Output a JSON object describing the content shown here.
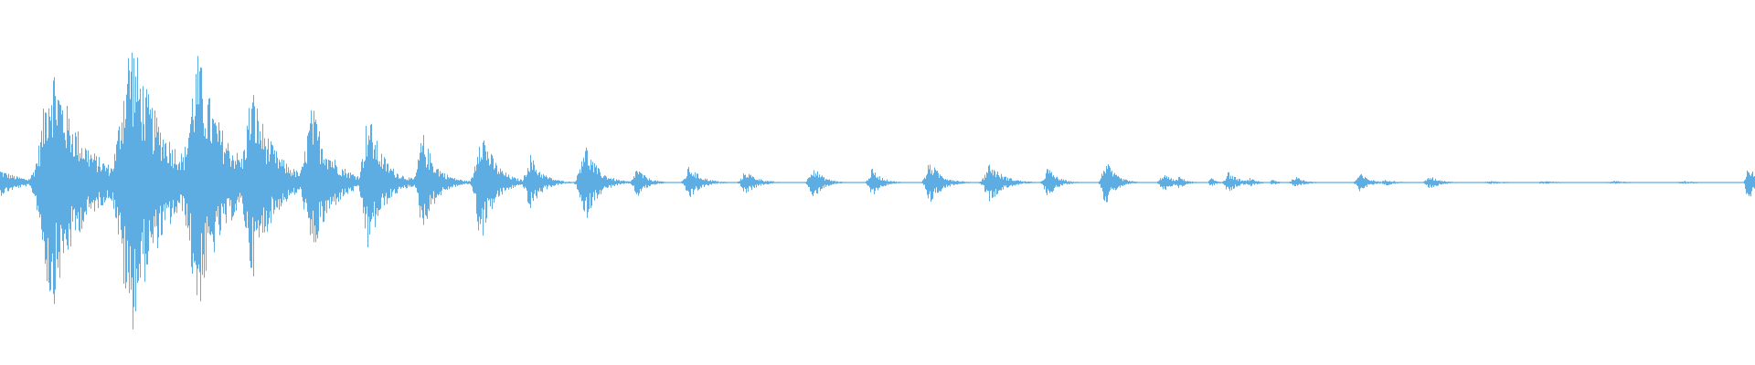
{
  "waveform": {
    "color": "#5dade2",
    "background": "#ffffff",
    "bursts": [
      {
        "t": 0.0,
        "amp": 0.09,
        "dur": 0.022
      },
      {
        "t": 0.03,
        "amp": 0.82,
        "dur": 0.03
      },
      {
        "t": 0.058,
        "amp": 0.06,
        "dur": 0.01
      },
      {
        "t": 0.075,
        "amp": 0.98,
        "dur": 0.032
      },
      {
        "t": 0.113,
        "amp": 0.84,
        "dur": 0.028
      },
      {
        "t": 0.144,
        "amp": 0.62,
        "dur": 0.022
      },
      {
        "t": 0.178,
        "amp": 0.5,
        "dur": 0.02
      },
      {
        "t": 0.21,
        "amp": 0.46,
        "dur": 0.016
      },
      {
        "t": 0.241,
        "amp": 0.32,
        "dur": 0.014
      },
      {
        "t": 0.274,
        "amp": 0.4,
        "dur": 0.014
      },
      {
        "t": 0.302,
        "amp": 0.19,
        "dur": 0.012
      },
      {
        "t": 0.333,
        "amp": 0.28,
        "dur": 0.013
      },
      {
        "t": 0.363,
        "amp": 0.1,
        "dur": 0.01
      },
      {
        "t": 0.393,
        "amp": 0.11,
        "dur": 0.012
      },
      {
        "t": 0.425,
        "amp": 0.08,
        "dur": 0.012
      },
      {
        "t": 0.463,
        "amp": 0.12,
        "dur": 0.01
      },
      {
        "t": 0.497,
        "amp": 0.09,
        "dur": 0.01
      },
      {
        "t": 0.53,
        "amp": 0.14,
        "dur": 0.012
      },
      {
        "t": 0.564,
        "amp": 0.13,
        "dur": 0.014
      },
      {
        "t": 0.597,
        "amp": 0.1,
        "dur": 0.01
      },
      {
        "t": 0.63,
        "amp": 0.15,
        "dur": 0.01
      },
      {
        "t": 0.663,
        "amp": 0.06,
        "dur": 0.01
      },
      {
        "t": 0.672,
        "amp": 0.04,
        "dur": 0.008
      },
      {
        "t": 0.69,
        "amp": 0.03,
        "dur": 0.006
      },
      {
        "t": 0.7,
        "amp": 0.07,
        "dur": 0.01
      },
      {
        "t": 0.712,
        "amp": 0.03,
        "dur": 0.008
      },
      {
        "t": 0.725,
        "amp": 0.02,
        "dur": 0.006
      },
      {
        "t": 0.738,
        "amp": 0.04,
        "dur": 0.01
      },
      {
        "t": 0.775,
        "amp": 0.06,
        "dur": 0.01
      },
      {
        "t": 0.79,
        "amp": 0.02,
        "dur": 0.012
      },
      {
        "t": 0.815,
        "amp": 0.04,
        "dur": 0.012
      },
      {
        "t": 0.85,
        "amp": 0.01,
        "dur": 0.02
      },
      {
        "t": 0.88,
        "amp": 0.01,
        "dur": 0.02
      },
      {
        "t": 0.92,
        "amp": 0.01,
        "dur": 0.02
      },
      {
        "t": 0.96,
        "amp": 0.01,
        "dur": 0.02
      },
      {
        "t": 0.996,
        "amp": 0.16,
        "dur": 0.006
      }
    ]
  }
}
